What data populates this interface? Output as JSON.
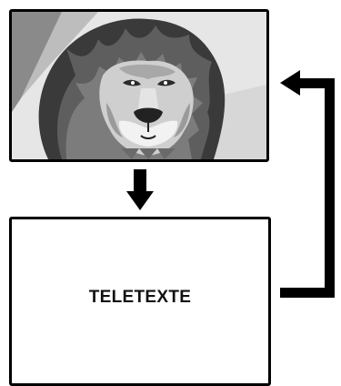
{
  "diagram": {
    "top_box": {
      "image": "lion-head-illustration"
    },
    "bottom_box": {
      "label": "TELETEXTE"
    },
    "arrows": [
      "down-arrow",
      "feedback-arrow"
    ]
  }
}
